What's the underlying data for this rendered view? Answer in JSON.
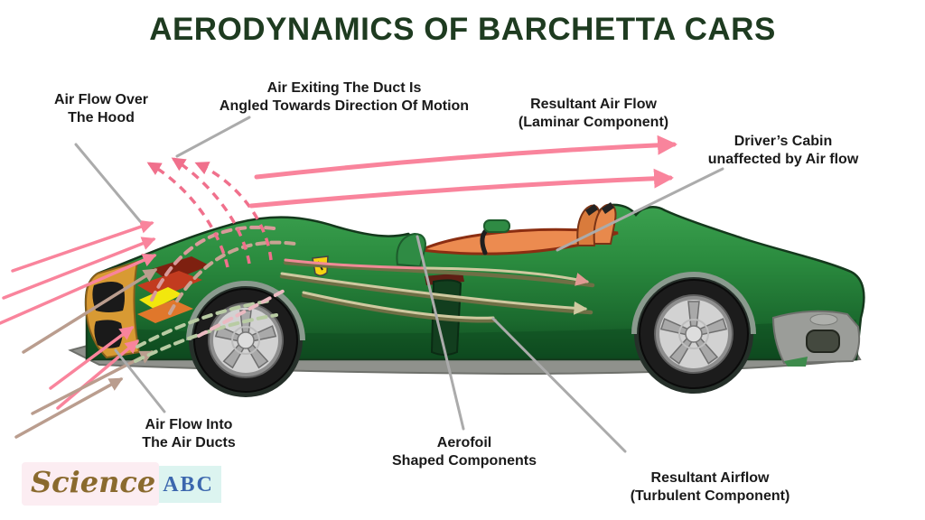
{
  "title": "AERODYNAMICS OF BARCHETTA CARS",
  "annotations": {
    "air_flow_over_hood": {
      "line1": "Air Flow Over",
      "line2": "The Hood"
    },
    "air_exiting_duct": {
      "line1": "Air Exiting The Duct Is",
      "line2": "Angled Towards Direction Of Motion"
    },
    "resultant_laminar": {
      "line1": "Resultant Air Flow",
      "line2": "(Laminar Component)"
    },
    "drivers_cabin": {
      "line1": "Driver’s Cabin",
      "line2": "unaffected by Air flow"
    },
    "air_flow_into_ducts": {
      "line1": "Air Flow Into",
      "line2": "The Air Ducts"
    },
    "aerofoil": {
      "line1": "Aerofoil",
      "line2": "Shaped Components"
    },
    "resultant_turbulent": {
      "line1": "Resultant Airflow",
      "line2": "(Turbulent Component)"
    }
  },
  "logo": {
    "script": "Science",
    "caps": "ABC"
  },
  "palette": {
    "title_green": "#1E3B20",
    "label_text": "#1A1A1A",
    "leader_gray": "#ABABAB",
    "arrow_pink": "#F9849C",
    "arrow_pink_dashed": "#F0708C",
    "arrow_tan": "#BA9D8E",
    "flow_khaki": "#CFC9A0",
    "flow_olive_shadow": "#6F6F45",
    "flow_salmon_head": "#E09A93",
    "duct_sage_dashed": "#B8CBA3",
    "car_green": "#2B8C3F",
    "car_green_dark": "#0F4A1F",
    "nose_amber": "#D89A33",
    "interior_orange": "#EC8B50",
    "seat_orange": "#D97B3C",
    "duct_yellow": "#F2E70D",
    "duct_red": "#C23B1F",
    "duct_orange": "#E0772B",
    "tire_black": "#1C1C1C",
    "rim_gray": "#8E8E8E",
    "bumper_gray": "#9B9D99",
    "badge_yellow": "#F5D312",
    "logo_script_brown": "#8A6A2E",
    "logo_caps_blue": "#3C67AE",
    "logo_pink_bg": "#FCEDF2",
    "logo_cyan_bg": "#DCF4F0"
  }
}
